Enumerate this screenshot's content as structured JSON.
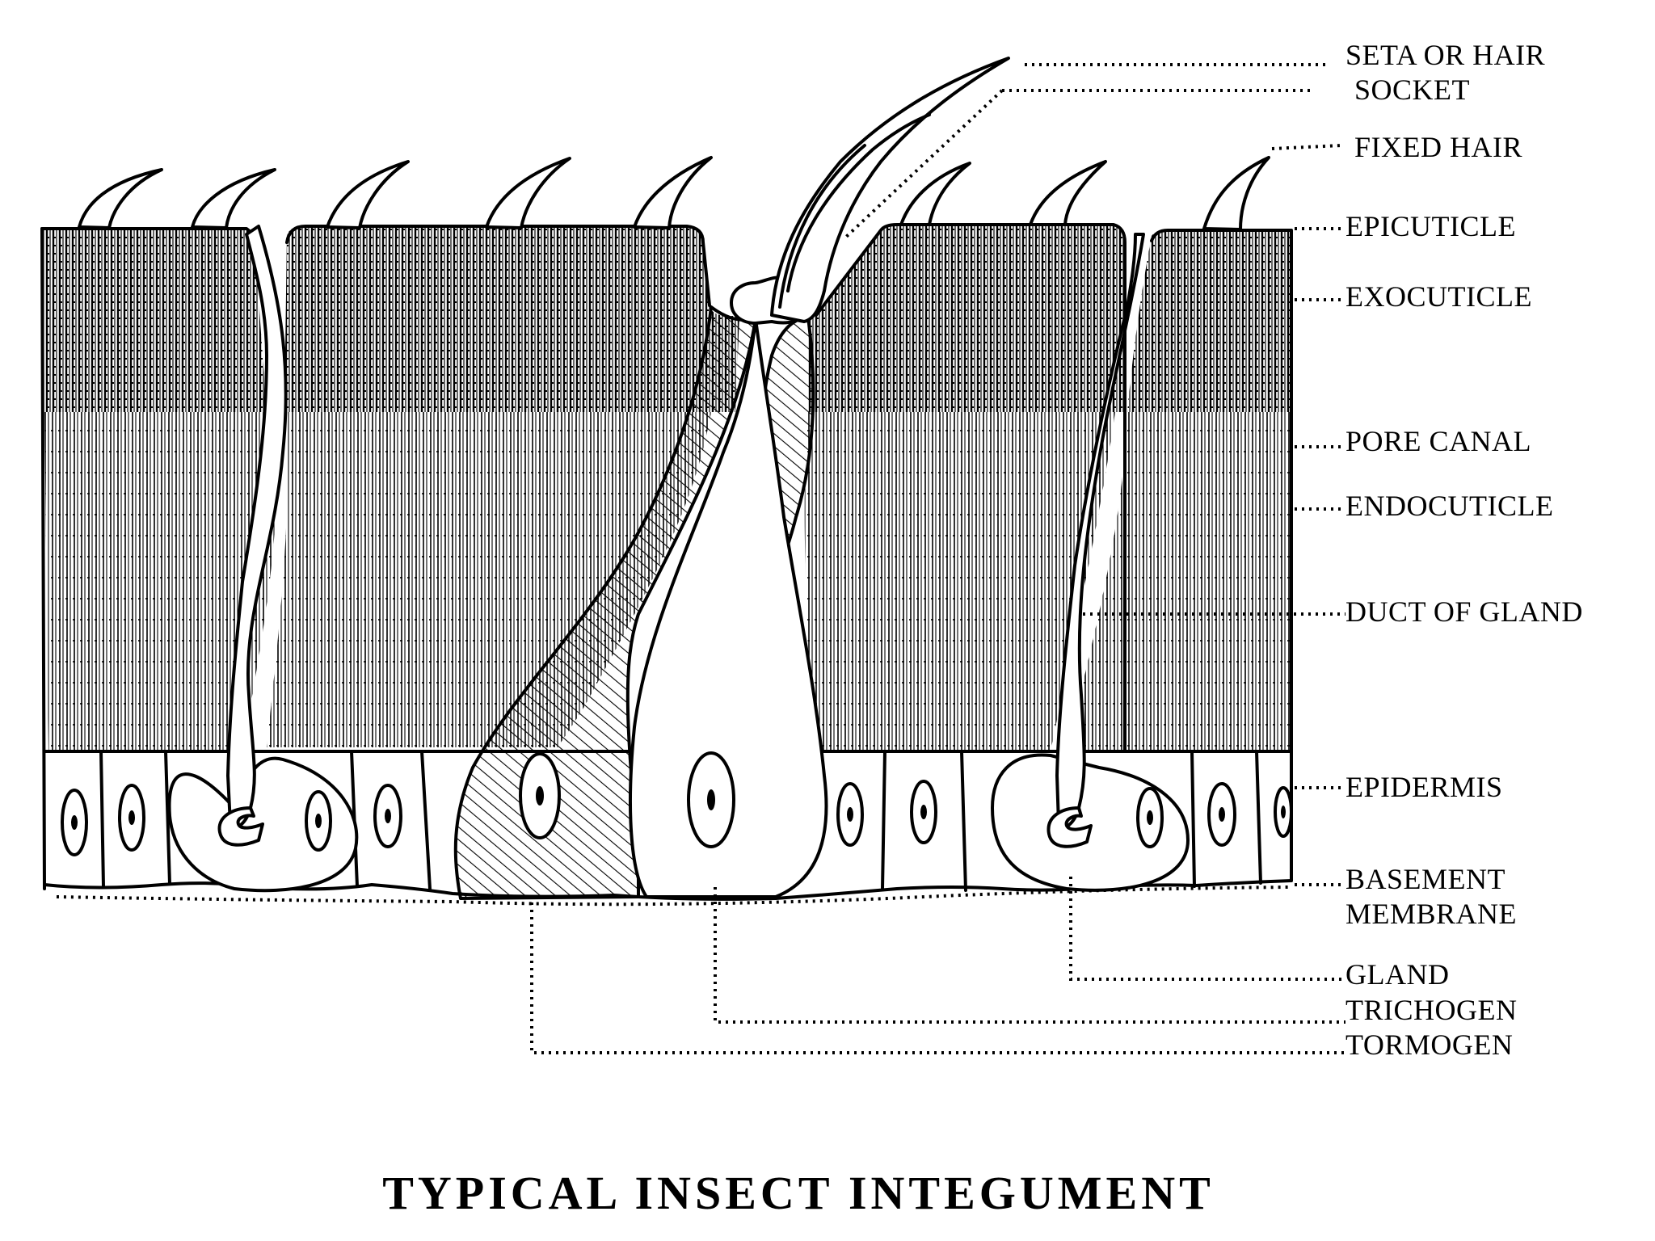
{
  "diagram": {
    "title": "TYPICAL INSECT INTEGUMENT",
    "labels": {
      "seta": "SETA OR HAIR",
      "socket": "SOCKET",
      "fixed_hair": "FIXED HAIR",
      "epicuticle": "EPICUTICLE",
      "exocuticle": "EXOCUTICLE",
      "pore_canal": "PORE CANAL",
      "endocuticle": "ENDOCUTICLE",
      "duct_of_gland": "DUCT OF GLAND",
      "epidermis": "EPIDERMIS",
      "basement": "BASEMENT",
      "membrane": "MEMBRANE",
      "gland": "GLAND",
      "trichogen": "TRICHOGEN",
      "tormogen": "TORMOGEN"
    },
    "colors": {
      "ink": "#000000",
      "paper": "#ffffff"
    }
  }
}
